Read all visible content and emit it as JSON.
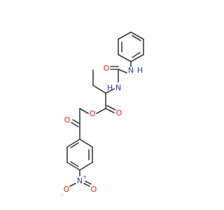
{
  "molecule": {
    "atom_labels": {
      "urea_nh": "N",
      "urea_nh_h": "H",
      "urea_o": "O",
      "alpha_nh_h": "H",
      "alpha_nh": "N",
      "ester_o_carbonyl": "O",
      "ester_o_ether": "O",
      "ketone_o": "O",
      "nitro_n": "N",
      "nitro_o_single": "O",
      "nitro_o_double": "O"
    },
    "charges": {
      "nitro_n": "+",
      "nitro_o_single": "-"
    }
  },
  "colors": {
    "bond": "#3a3a3a",
    "nitrogen": "#2b3ea8",
    "oxygen": "#e8231a"
  }
}
